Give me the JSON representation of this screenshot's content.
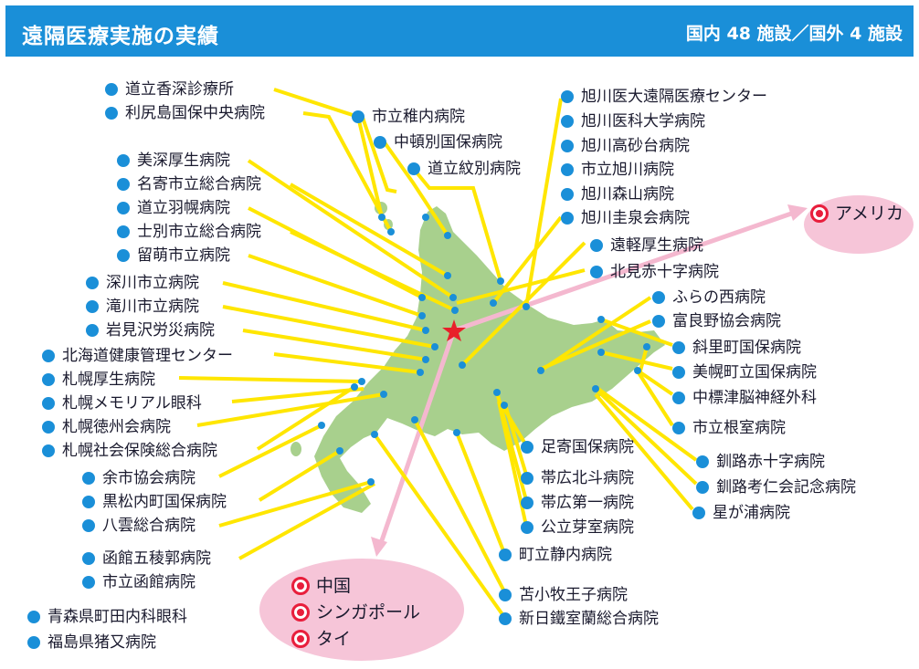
{
  "header": {
    "title": "遠隔医療実施の実績",
    "count": "国内 48 施設／国外 4 施設"
  },
  "colors": {
    "header": "#1a8fd8",
    "land": "#a8d08d",
    "connector": "#ffe600",
    "dot": "#1a8fd8",
    "arrow": "#f4b8cf",
    "bubble": "#f6c5d8",
    "star": "#e8202a",
    "intl_mark": "#e81e3c"
  },
  "labels": [
    "道立香深診療所",
    "利尻島国保中央病院",
    "美深厚生病院",
    "名寄市立総合病院",
    "道立羽幌病院",
    "士別市立総合病院",
    "留萌市立病院",
    "深川市立病院",
    "滝川市立病院",
    "岩見沢労災病院",
    "北海道健康管理センター",
    "札幌厚生病院",
    "札幌メモリアル眼科",
    "札幌徳州会病院",
    "札幌社会保険総合病院",
    "余市協会病院",
    "黒松内町国保病院",
    "八雲総合病院",
    "函館五稜郭病院",
    "市立函館病院",
    "青森県町田内科眼科",
    "福島県猪又病院",
    "市立稚内病院",
    "中頓別国保病院",
    "道立紋別病院",
    "旭川医大遠隔医療センター",
    "旭川医科大学病院",
    "旭川高砂台病院",
    "市立旭川病院",
    "旭川森山病院",
    "旭川圭泉会病院",
    "遠軽厚生病院",
    "北見赤十字病院",
    "ふらの西病院",
    "富良野協会病院",
    "斜里町国保病院",
    "美幌町立国保病院",
    "中標津脳神経外科",
    "市立根室病院",
    "釧路赤十字病院",
    "釧路考仁会記念病院",
    "星が浦病院",
    "足寄国保病院",
    "帯広北斗病院",
    "帯広第一病院",
    "公立芽室病院",
    "町立静内病院",
    "苫小牧王子病院",
    "新日鐵室蘭総合病院"
  ],
  "international": {
    "america": "アメリカ",
    "asia": [
      "中国",
      "シンガポール",
      "タイ"
    ]
  }
}
